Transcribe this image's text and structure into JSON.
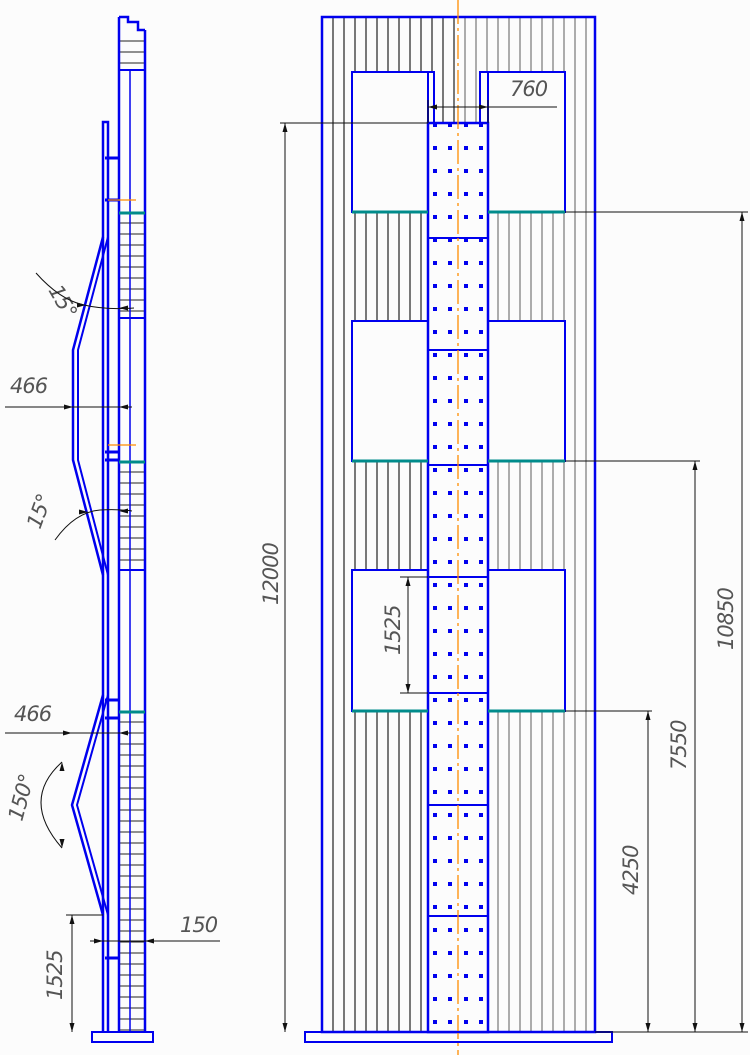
{
  "drawing": {
    "side_view": {
      "dims": {
        "offset_top": "466",
        "angle_top_1": "15°",
        "angle_top_2": "15°",
        "offset_bottom": "466",
        "angle_bottom": "150°",
        "clearance": "150",
        "step_height": "1525"
      }
    },
    "front_view": {
      "dims": {
        "ladder_width": "760",
        "total_height": "12000",
        "platform_3": "10850",
        "platform_2": "7550",
        "platform_1": "4250",
        "cage_segment": "1525"
      }
    },
    "colors": {
      "outline": "#0000ee",
      "platform": "#008b8b",
      "axis": "#ff8c00",
      "dimension": "#111111",
      "hatch": "#222222"
    }
  }
}
